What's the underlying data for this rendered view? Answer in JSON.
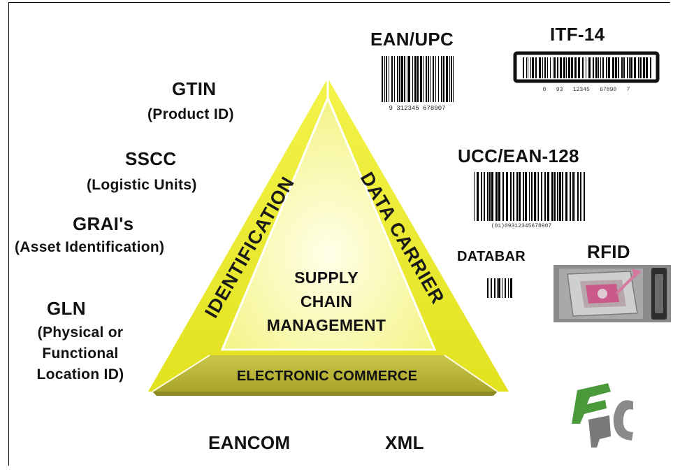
{
  "identifiers": [
    {
      "name": "GTIN",
      "description": "(Product ID)"
    },
    {
      "name": "SSCC",
      "description": "(Logistic Units)"
    },
    {
      "name": "GRAI's",
      "description": "(Asset Identification)"
    },
    {
      "name": "GLN",
      "description": "(Physical or Functional Location ID)",
      "lines": [
        "(Physical or",
        "Functional",
        "Location ID)"
      ]
    }
  ],
  "triangle": {
    "left_side": "IDENTIFICATION",
    "right_side": "DATA CARRIER",
    "bottom": "ELECTRONIC COMMERCE",
    "center_lines": [
      "SUPPLY",
      "CHAIN",
      "MANAGEMENT"
    ]
  },
  "carriers": {
    "ean_upc": {
      "label": "EAN/UPC",
      "digits": "9 312345 678907"
    },
    "itf14": {
      "label": "ITF-14",
      "digits": "0   93   12345   67890   7"
    },
    "ucc_ean128": {
      "label": "UCC/EAN-128",
      "digits": "(01)09312345678907"
    },
    "databar": {
      "label": "DATABAR"
    },
    "rfid": {
      "label": "RFID"
    }
  },
  "messaging": {
    "eancom": "EANCOM",
    "xml": "XML"
  },
  "logo": {
    "text": "EPC",
    "color": "#3f8f3a"
  },
  "colors": {
    "triangle_outer": "#ecec2c",
    "triangle_inner": "#fafab0",
    "band": "#b9b63a",
    "band_dark": "#8d8a22"
  }
}
